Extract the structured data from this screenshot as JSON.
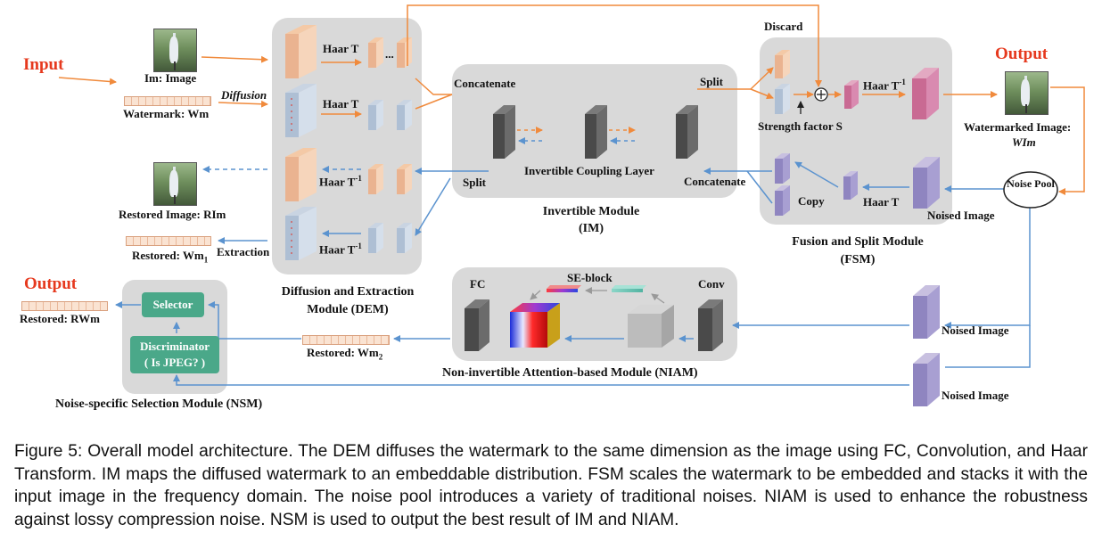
{
  "labels": {
    "input": "Input",
    "im_image": "Im: Image",
    "diffusion": "Diffusion",
    "watermark": "Watermark: Wm",
    "haar_t_1": "Haar T",
    "haar_t_2": "Haar T",
    "haar_t_inv_1": "Haar T",
    "haar_t_inv_2": "Haar T",
    "sup_neg1": "-1",
    "restored_image": "Restored Image: RIm",
    "restored_wm1": "Restored: Wm",
    "extraction": "Extraction",
    "concatenate_top": "Concatenate",
    "split_top": "Split",
    "split_bottom": "Split",
    "concatenate_bottom": "Concatenate",
    "icl": "Invertible Coupling Layer",
    "im_title": "Invertible Module",
    "im_abbr": "(IM)",
    "discard": "Discard",
    "strength": "Strength factor S",
    "haar_t_inv_fsm": "Haar T",
    "copy": "Copy",
    "haar_t_fsm": "Haar T",
    "output_top": "Output",
    "watermarked_image": "Watermarked Image:",
    "wim": "WIm",
    "noise_pool": "Noise Pool",
    "noised_image_1": "Noised Image",
    "noised_image_2": "Noised Image",
    "noised_image_3": "Noised Image",
    "fsm_title": "Fusion and Split Module",
    "fsm_abbr": "(FSM)",
    "dem_title": "Diffusion and Extraction",
    "dem_title2": "Module (DEM)",
    "output_left": "Output",
    "restored_rwm": "Restored: RWm",
    "selector": "Selector",
    "discriminator": "Discriminator",
    "is_jpeg": "( Is JPEG? )",
    "nsm_title": "Noise-specific Selection Module (NSM)",
    "fc": "FC",
    "se_block": "SE-block",
    "conv": "Conv",
    "restored_wm2": "Restored: Wm",
    "niam_title": "Non-invertible Attention-based Module (NIAM)",
    "sub1": "1",
    "sub2": "2",
    "dots": "..."
  },
  "caption": "Figure 5: Overall model architecture. The DEM diffuses the watermark to the same dimension as the image using FC, Convolution, and Haar Transform. IM maps the diffused watermark to an embeddable distribution. FSM scales the watermark to be embedded and stacks it with the input image in the frequency domain. The noise pool introduces a variety of traditional noises. NIAM is used to enhance the robustness against lossy compression noise. NSM is used to output the best result of IM and NIAM.",
  "colors": {
    "orange_arrow": "#f08a3c",
    "blue_arrow": "#5b93cf",
    "module_bg": "#d9d9d9",
    "selector_green": "#4aa889",
    "title_red": "#e6391e"
  }
}
